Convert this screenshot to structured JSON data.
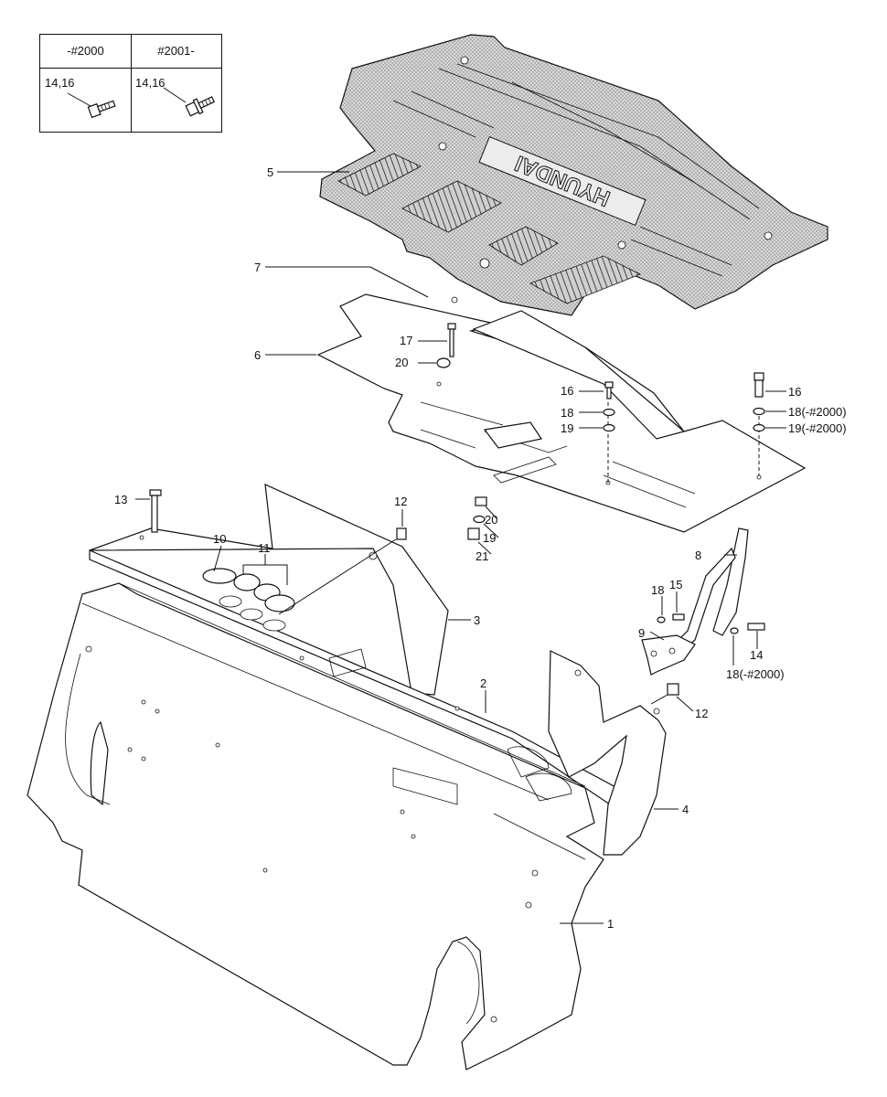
{
  "inset": {
    "columns": [
      {
        "header": "-#2000",
        "label": "14,16"
      },
      {
        "header": "#2001-",
        "label": "14,16"
      }
    ]
  },
  "mat_logo": "HYUNDAI",
  "callouts": {
    "p1": "1",
    "p2": "2",
    "p3": "3",
    "p4": "4",
    "p5": "5",
    "p6": "6",
    "p7": "7",
    "p8": "8",
    "p9": "9",
    "p10": "10",
    "p11": "11",
    "p12a": "12",
    "p12b": "12",
    "p13": "13",
    "p14": "14",
    "p15": "15",
    "p16a": "16",
    "p16b": "16",
    "p17": "17",
    "p18a": "18",
    "p18b": "18(-#2000)",
    "p18c": "18",
    "p18d": "18(-#2000)",
    "p19a": "19",
    "p19b": "19(-#2000)",
    "p19c": "19",
    "p20a": "20",
    "p20b": "20",
    "p21": "21"
  }
}
